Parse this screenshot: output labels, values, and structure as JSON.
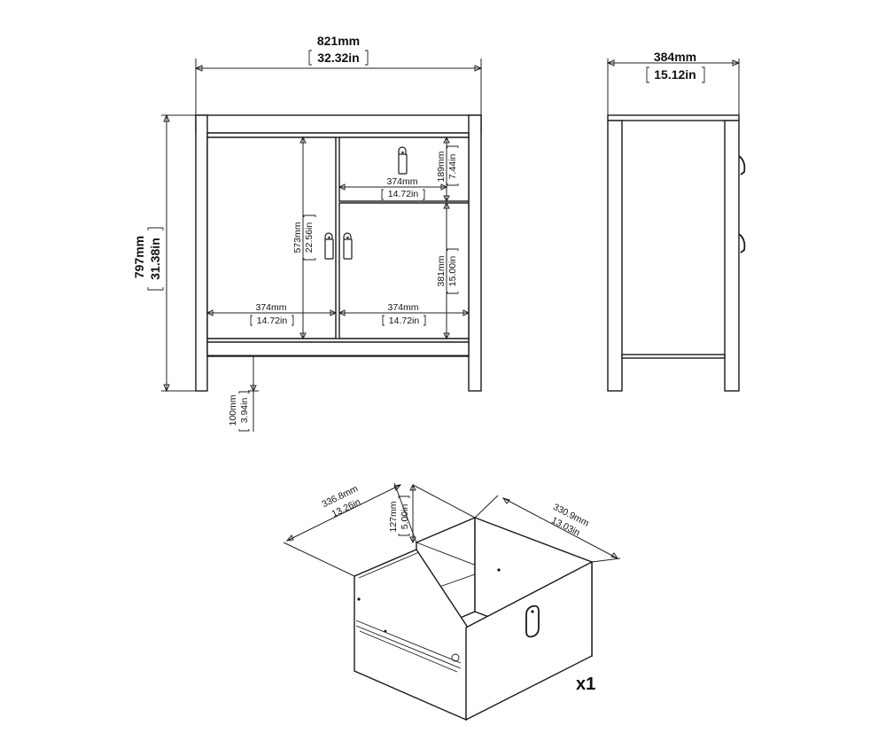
{
  "front_view": {
    "width_mm": "821mm",
    "width_in": "32.32in",
    "height_mm": "797mm",
    "height_in": "31.38in",
    "leg_height_mm": "100mm",
    "leg_height_in": "3.94in",
    "door_left_width_mm": "374mm",
    "door_left_width_in": "14.72in",
    "door_right_width_mm": "374mm",
    "door_right_width_in": "14.72in",
    "drawer_width_mm": "374mm",
    "drawer_width_in": "14.72in",
    "drawer_height_mm": "189mm",
    "drawer_height_in": "7.44in",
    "door_height_mm": "573mm",
    "door_height_in": "22.56in",
    "right_door_height_mm": "381mm",
    "right_door_height_in": "15.00in"
  },
  "side_view": {
    "depth_mm": "384mm",
    "depth_in": "15.12in"
  },
  "drawer_detail": {
    "width_mm": "336.8mm",
    "width_in": "13.26in",
    "height_mm": "127mm",
    "height_in": "5.00in",
    "depth_mm": "330.9mm",
    "depth_in": "13.03in",
    "quantity": "x1"
  }
}
